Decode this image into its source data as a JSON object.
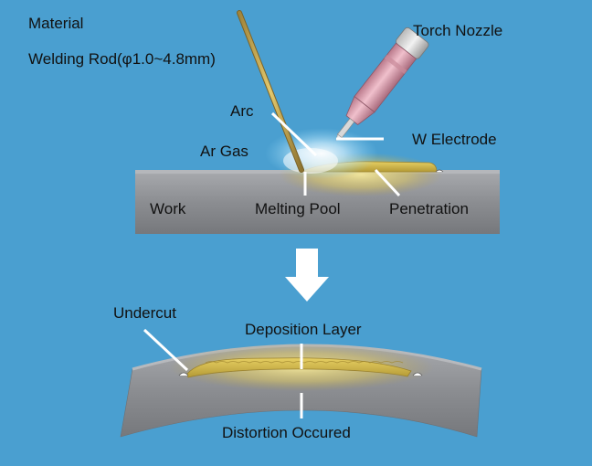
{
  "labels": {
    "material": "Material",
    "welding_rod": "Welding Rod(φ1.0~4.8mm)",
    "torch_nozzle": "Torch Nozzle",
    "arc": "Arc",
    "w_electrode": "W Electrode",
    "ar_gas": "Ar Gas",
    "work": "Work",
    "melting_pool": "Melting Pool",
    "penetration": "Penetration",
    "undercut": "Undercut",
    "deposition_layer": "Deposition Layer",
    "distortion": "Distortion Occured"
  },
  "colors": {
    "background": "#4a9fd0",
    "workpiece": "#8a8c90",
    "weld_bead": "#d4b84a",
    "nozzle": "#e0a0b0",
    "rod": "#c8a850",
    "arrow": "#ffffff",
    "leader": "#ffffff"
  },
  "icons": {
    "process_arrow": "down-arrow-icon"
  }
}
